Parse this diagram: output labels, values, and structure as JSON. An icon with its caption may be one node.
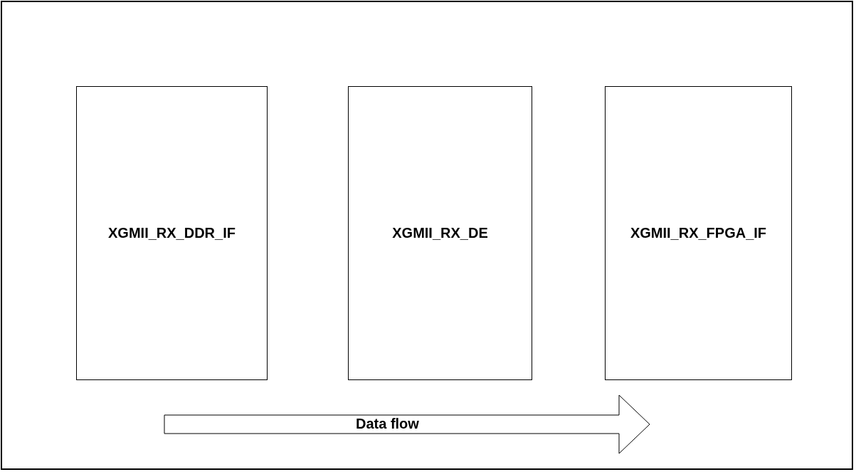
{
  "diagram": {
    "nodes": [
      {
        "text": [
          "XGMII_RX_DDR_IF"
        ]
      },
      {
        "text": [
          "XGMII_RX_DE"
        ]
      },
      {
        "text": [
          "XGMII_RX_FPGA_IF"
        ]
      }
    ],
    "labels": [
      "Data flow"
    ]
  }
}
